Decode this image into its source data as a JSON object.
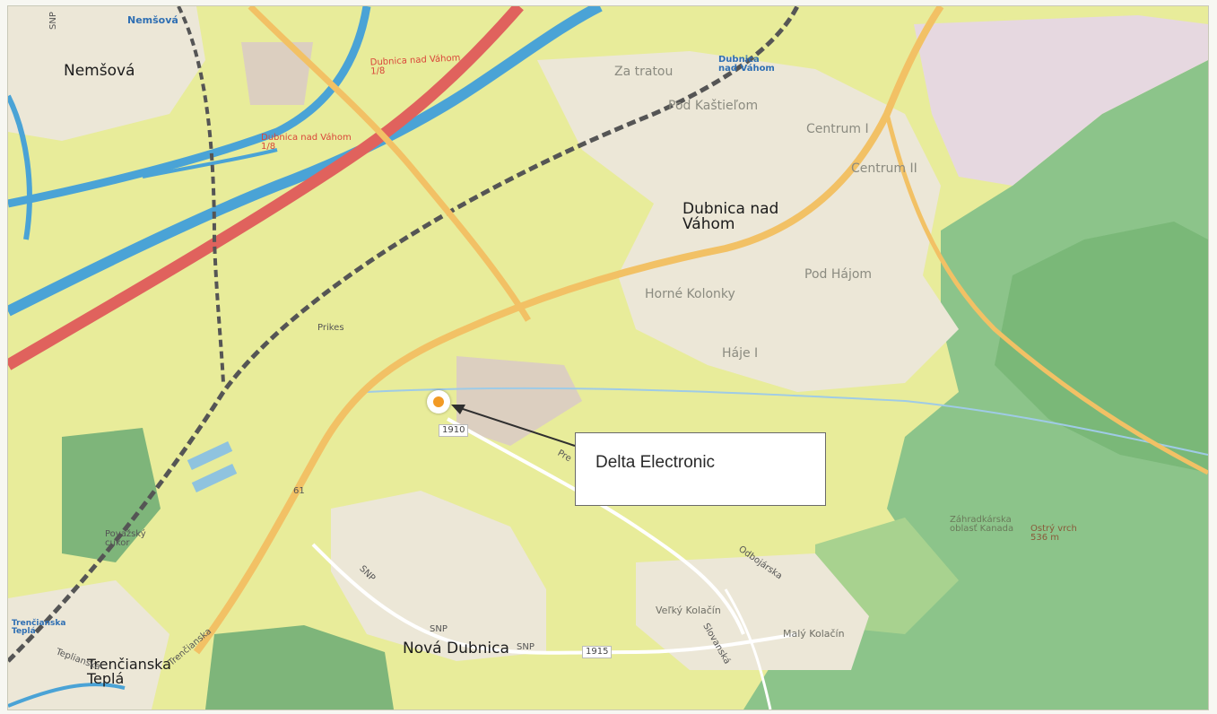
{
  "map": {
    "towns": {
      "nemsova": "Nemšová",
      "nemsova_small": "Nemšová",
      "dubnica": "Dubnica nad\nVáhom",
      "dubnica_water": "Dubnica\nnad Váhom",
      "nova_dubnica": "Nová Dubnica",
      "trencianska_teplá": "Trenčianska\nTeplá",
      "trencianska_teplá_small": "Trenčianska\nTeplá"
    },
    "districts": {
      "za_tratou": "Za tratou",
      "pod_kastielom": "Pod Kaštieľom",
      "centrum_1": "Centrum I",
      "centrum_2": "Centrum II",
      "pod_hajom": "Pod Hájom",
      "horne_kolonky": "Horné Kolonky",
      "haje_1": "Háje I",
      "velky_kolacin": "Veľký Kolačín",
      "maly_kolacin": "Malý Kolačín",
      "prikes": "Prikes",
      "povazsky_cukor": "Považský\ncukor",
      "zahradkarska": "Záhradkárska\noblasť Kanada",
      "ostry_vrch": "Ostrý vrch\n536 m"
    },
    "roads": {
      "hw_1": "Dubnica nad Váhom\n1/8",
      "hw_2": "Dubnica nad Váhom\n1/8",
      "r1910": "1910",
      "r1915": "1915",
      "r61": "61",
      "snp_1": "SNP",
      "snp_2": "SNP",
      "snp_3": "SNP",
      "snp_4": "SNP",
      "pre": "Pre",
      "odbojarska": "Odbojárska",
      "slovanska": "Slovanská",
      "trenčianska": "Trenčianska",
      "teplianska": "Teplianska"
    },
    "callout": "Delta Electronic",
    "colors": {
      "land": "#e8ec9a",
      "forest": "#8cc48a",
      "water": "#4aa3d6",
      "highway": "#e0625d",
      "main_road": "#f2c165",
      "urban": "#ece7d7",
      "marker": "#f29a25"
    }
  }
}
